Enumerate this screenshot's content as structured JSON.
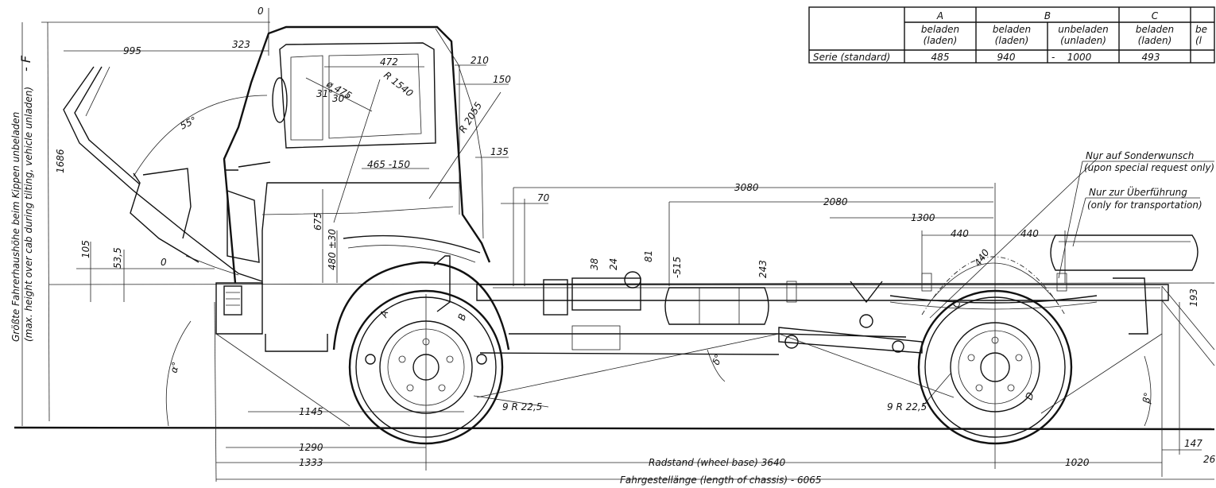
{
  "table": {
    "groups": [
      "A",
      "B",
      "C"
    ],
    "subheaders": [
      {
        "line1": "beladen",
        "line2": "(laden)"
      },
      {
        "line1": "beladen",
        "line2": "(laden)"
      },
      {
        "line1": "unbeladen",
        "line2": "(unladen)"
      },
      {
        "line1": "beladen",
        "line2": "(laden)"
      },
      {
        "line1": "be",
        "line2": "(l"
      }
    ],
    "row_label": "Serie (standard)",
    "row_values": [
      "485",
      "940",
      "-",
      "1000",
      "493"
    ]
  },
  "side_label": {
    "line1": "Größte Fahrerhaushöhe beim Kippen unbeladen",
    "line2": "(max. height over cab during tilting, vehicle unladen)",
    "marker": "- F"
  },
  "notes": {
    "special_request_de": "Nur auf Sonderwunsch",
    "special_request_en": "(upon special request only)",
    "transport_de": "Nur zur Überführung",
    "transport_en": "(only for transportation)"
  },
  "dimensions": {
    "zero_top": "0",
    "d995": "995",
    "d323": "323",
    "d472": "472",
    "d210": "210",
    "d150": "150",
    "d135": "135",
    "dia475": "ø 475",
    "r1540": "R 1540",
    "r2055": "R 2055",
    "a31": "31°",
    "a30": "30°",
    "a55": "55°",
    "d1686": "1686",
    "d465": "465 -150",
    "d675": "675",
    "d480": "480 ±30",
    "d105": "105",
    "d535": "53,5",
    "zero_mid": "0",
    "d3080": "3080",
    "d70": "70",
    "d2080": "2080",
    "d1300": "1300",
    "d440a": "440",
    "d440b": "440",
    "d440c": "440",
    "d38": "38",
    "d24": "24",
    "d81": "81",
    "d515": "-515",
    "d243": "243",
    "d193": "193",
    "d147": "147",
    "d26": "26",
    "d1145": "1145",
    "d1290": "1290",
    "d1333": "1333",
    "d1020": "1020",
    "tyre_front": "9 R 22,5",
    "tyre_rear": "9 R 22,5",
    "wheelbase": "Radstand (wheel base) 3640",
    "chassis": "Fahrgestellänge (length of chassis) - 6065",
    "alpha": "α°",
    "beta": "β°",
    "delta": "δ°",
    "letter_a": "A",
    "letter_b": "B",
    "letter_c": "C",
    "letter_d": "D"
  }
}
